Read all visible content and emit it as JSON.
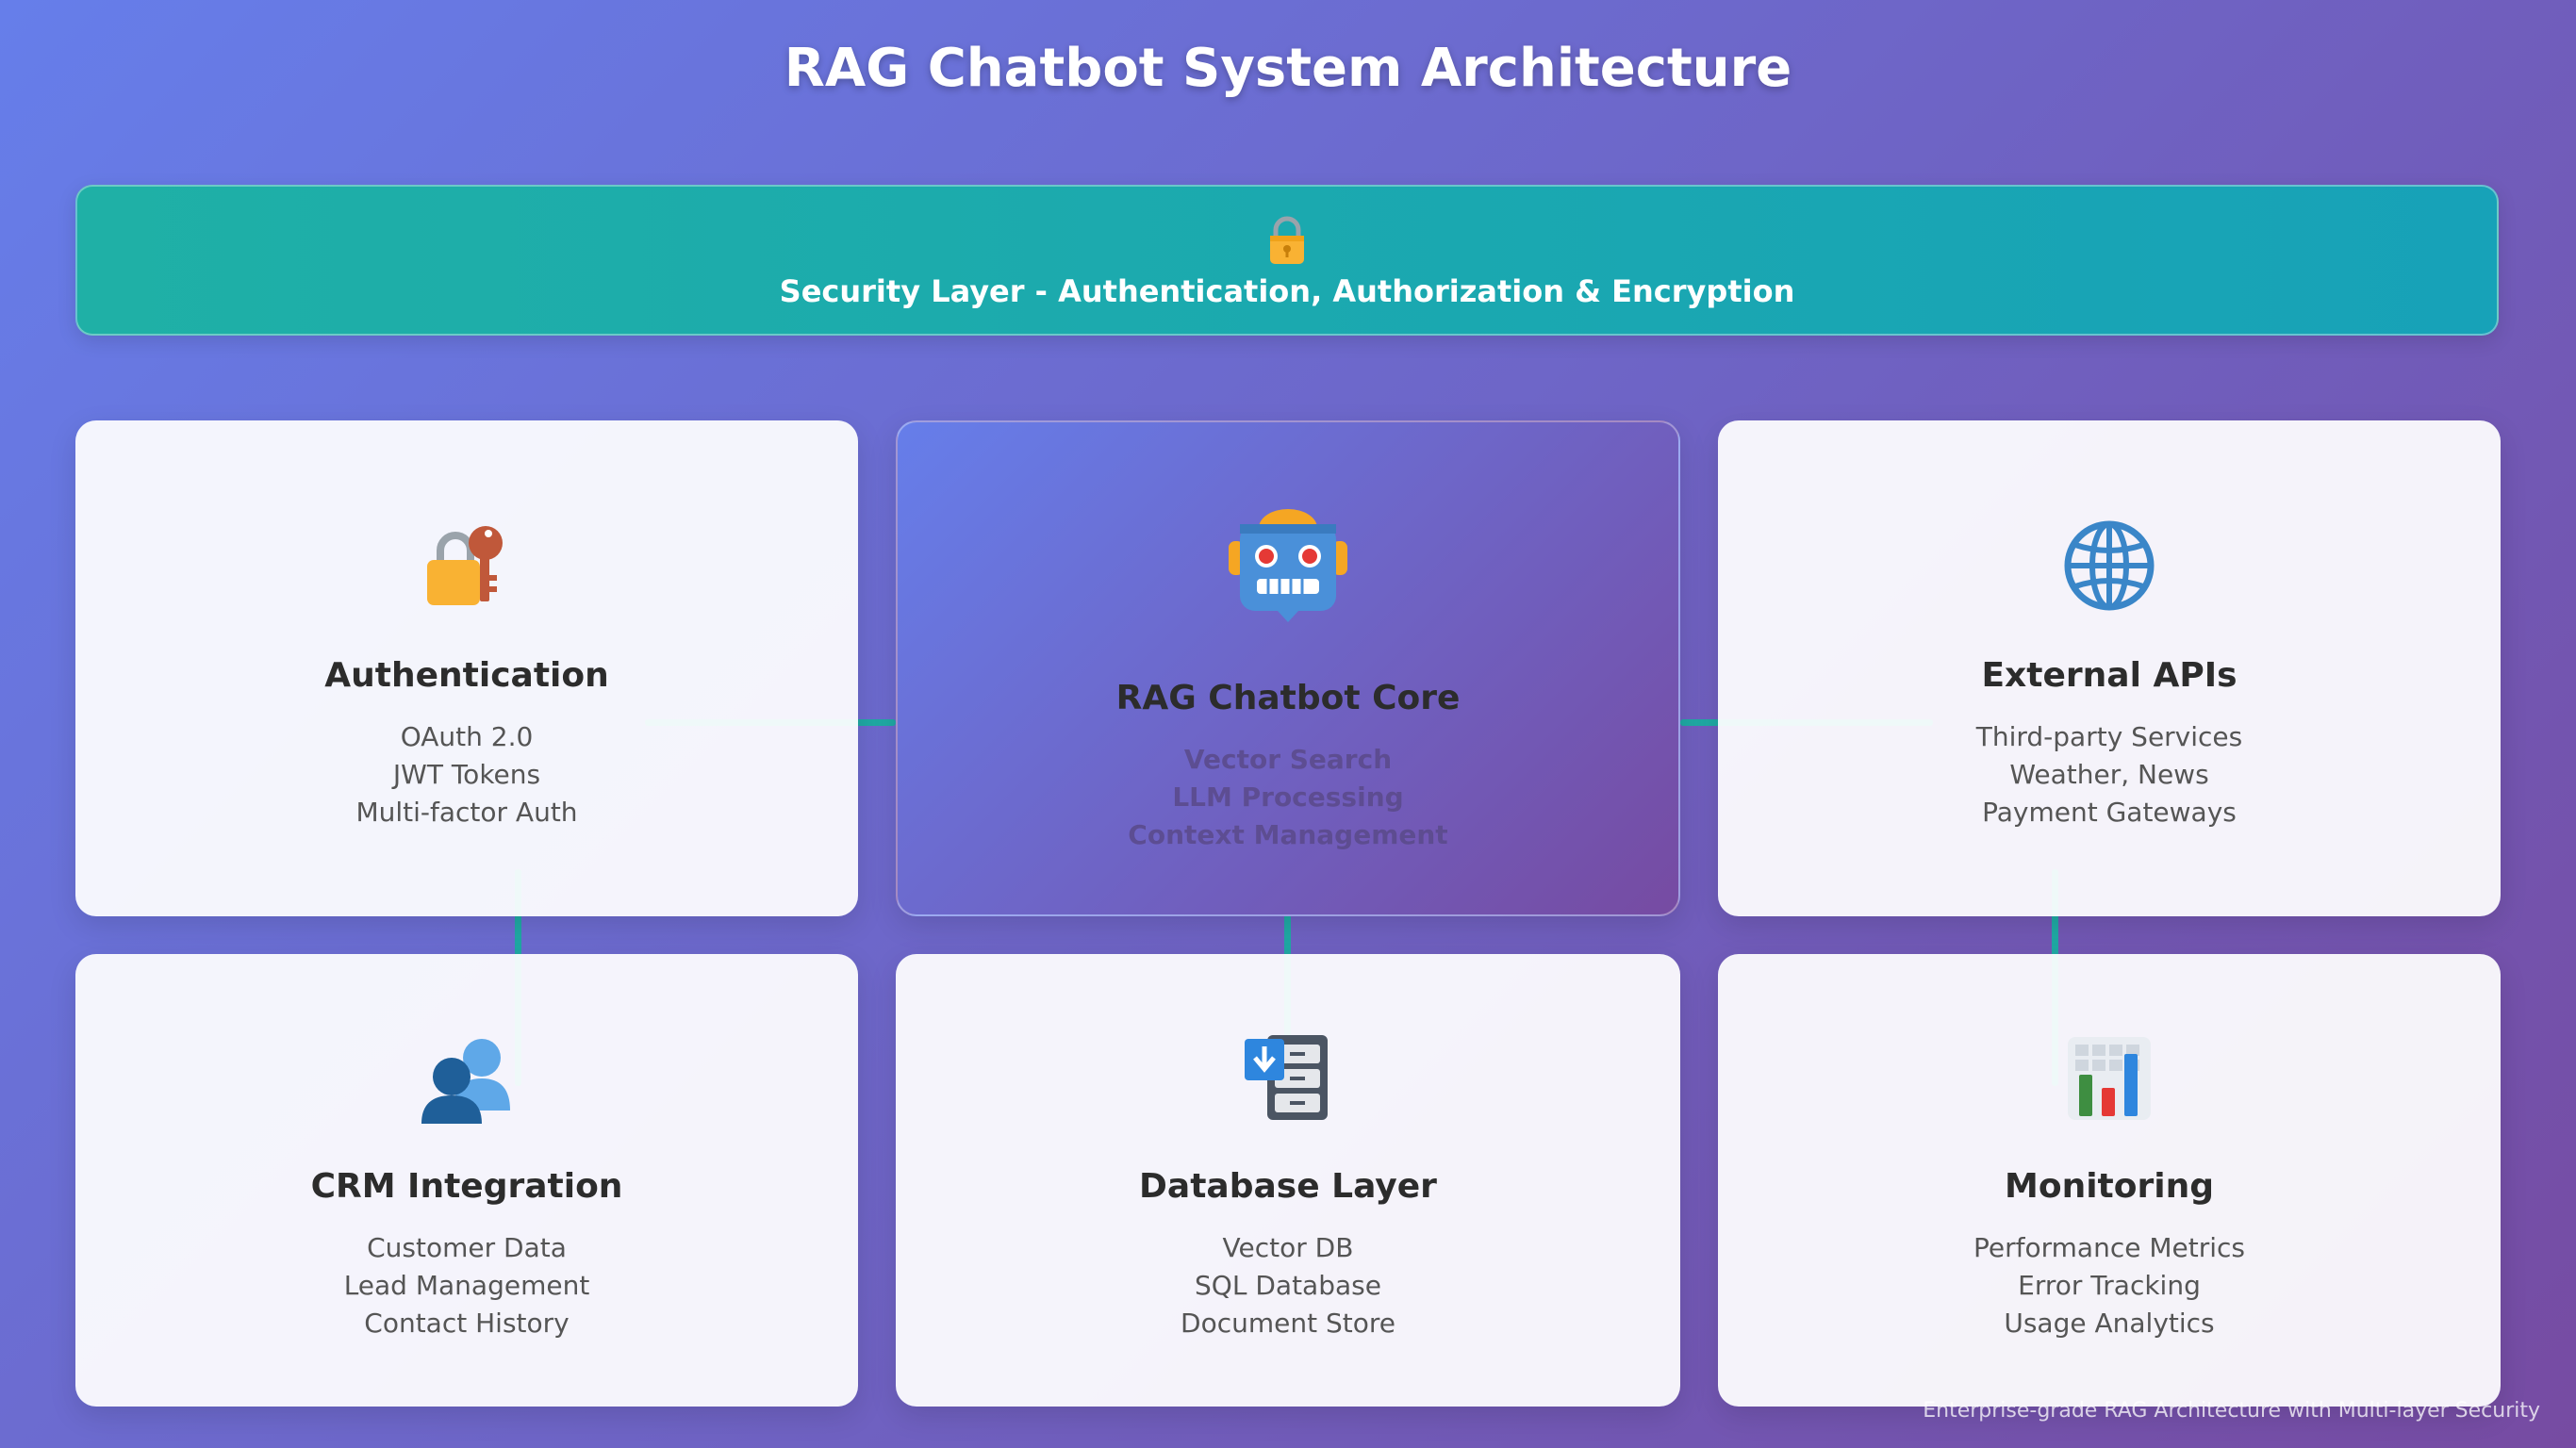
{
  "title": "RAG Chatbot System Architecture",
  "security_layer": {
    "icon": "lock-icon",
    "label": "Security Layer - Authentication, Authorization & Encryption"
  },
  "modules": {
    "authentication": {
      "title": "Authentication",
      "icon": "lock-with-key-icon",
      "items": [
        "OAuth 2.0",
        "JWT Tokens",
        "Multi-factor Auth"
      ]
    },
    "core": {
      "title": "RAG Chatbot Core",
      "icon": "robot-icon",
      "items": [
        "Vector Search",
        "LLM Processing",
        "Context Management"
      ]
    },
    "external_apis": {
      "title": "External APIs",
      "icon": "globe-icon",
      "items": [
        "Third-party Services",
        "Weather, News",
        "Payment Gateways"
      ]
    },
    "crm": {
      "title": "CRM Integration",
      "icon": "users-icon",
      "items": [
        "Customer Data",
        "Lead Management",
        "Contact History"
      ]
    },
    "database": {
      "title": "Database Layer",
      "icon": "file-cabinet-icon",
      "items": [
        "Vector DB",
        "SQL Database",
        "Document Store"
      ]
    },
    "monitoring": {
      "title": "Monitoring",
      "icon": "bar-chart-icon",
      "items": [
        "Performance Metrics",
        "Error Tracking",
        "Usage Analytics"
      ]
    }
  },
  "colors": {
    "background_start": "#667eea",
    "background_end": "#764ba2",
    "security_start": "#1fb0a6",
    "security_end": "#17a2b8",
    "connector": "#20a9a4"
  },
  "footer": "Enterprise-grade RAG Architecture with Multi-layer Security"
}
